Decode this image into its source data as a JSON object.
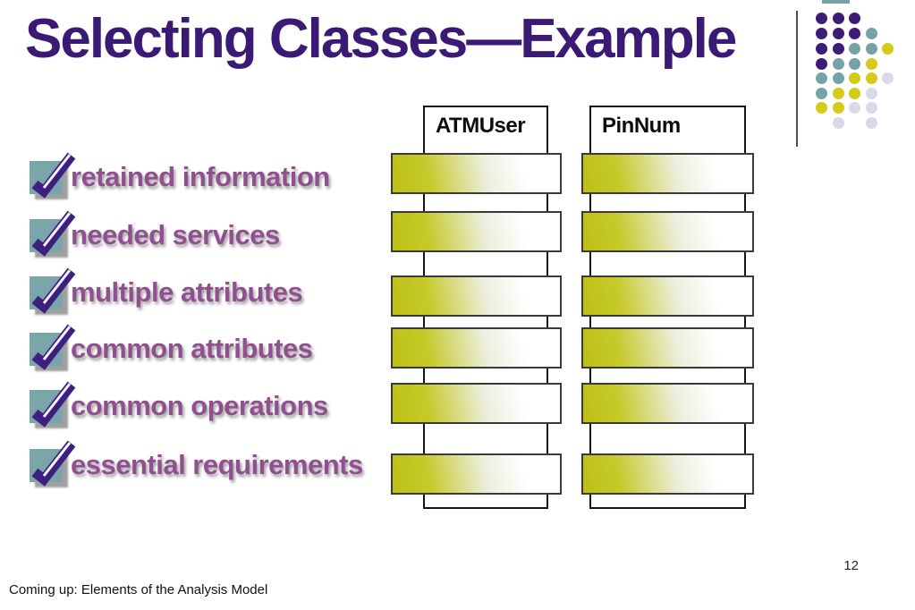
{
  "slide": {
    "title": "Selecting Classes—Example",
    "footer": "Coming up: Elements of the Analysis Model",
    "page_number": "12"
  },
  "checklist": {
    "checkbox_icon": "checked-checkbox-icon",
    "items": [
      {
        "label": "retained information",
        "checked": true
      },
      {
        "label": "needed services",
        "checked": true
      },
      {
        "label": "multiple attributes",
        "checked": true
      },
      {
        "label": "common attributes",
        "checked": true
      },
      {
        "label": "common operations",
        "checked": true
      },
      {
        "label": "essential requirements",
        "checked": true
      }
    ]
  },
  "diagram": {
    "classes": [
      {
        "name": "ATMUser",
        "attribute_slots": 6
      },
      {
        "name": "PinNum",
        "attribute_slots": 6
      }
    ]
  },
  "logo": {
    "palette": {
      "p": "#3b1d78",
      "t": "#74a2a5",
      "y": "#d3cb15",
      "l": "#d9d9e9"
    },
    "grid": [
      [
        "p",
        "p",
        "p",
        "",
        ""
      ],
      [
        "p",
        "p",
        "p",
        "t",
        ""
      ],
      [
        "p",
        "p",
        "t",
        "t",
        "y"
      ],
      [
        "p",
        "t",
        "t",
        "y",
        ""
      ],
      [
        "t",
        "t",
        "y",
        "y",
        "l"
      ],
      [
        "t",
        "y",
        "y",
        "l",
        ""
      ],
      [
        "y",
        "y",
        "l",
        "l",
        ""
      ],
      [
        "",
        "l",
        "",
        "l",
        ""
      ]
    ]
  },
  "colors": {
    "title": "#3a1a75",
    "list_text": "#90508f",
    "checkbox_fill": "#7aa5a9",
    "checkmark": "#3c2080",
    "bar_yellow": "#bcc013",
    "accent_line": "#4f4f4f"
  }
}
